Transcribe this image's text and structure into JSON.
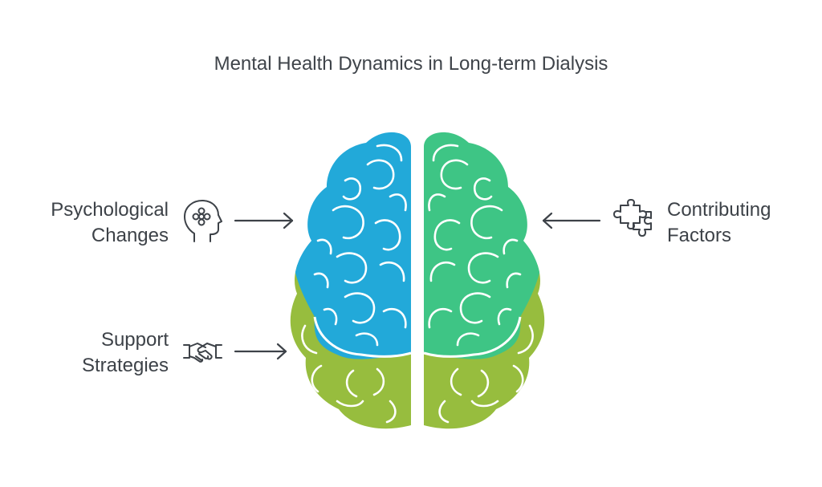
{
  "title": "Mental Health Dynamics in Long-term Dialysis",
  "items": {
    "psychological": {
      "line1": "Psychological",
      "line2": "Changes",
      "icon": "head-flower-icon"
    },
    "support": {
      "line1": "Support",
      "line2": "Strategies",
      "icon": "handshake-icon"
    },
    "contributing": {
      "line1": "Contributing",
      "line2": "Factors",
      "icon": "puzzle-icon"
    }
  },
  "colors": {
    "blue": "#22a9d9",
    "green": "#3ec585",
    "olive": "#97bd3e",
    "outline": "#ffffff",
    "text": "#3d4248"
  }
}
